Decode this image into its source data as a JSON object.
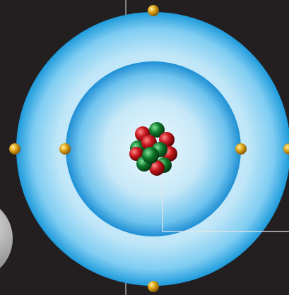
{
  "diagram": {
    "subject": "atom-model",
    "nucleus": {
      "protons": 6,
      "neutrons": 6,
      "proton_color": "#c8161d",
      "neutron_color": "#0f7a2c"
    },
    "shells": [
      {
        "name": "inner-shell",
        "electron_count": 2
      },
      {
        "name": "outer-shell",
        "electron_count": 4
      }
    ],
    "colors": {
      "background": "#231f20",
      "shell_light": "#e8f6fd",
      "shell_mid": "#7fcdf2",
      "shell_dark": "#1e9bdc",
      "electron": "#e2a91c",
      "leader_line": "#e6e6e6",
      "side_body": "#9a9a9a"
    }
  }
}
